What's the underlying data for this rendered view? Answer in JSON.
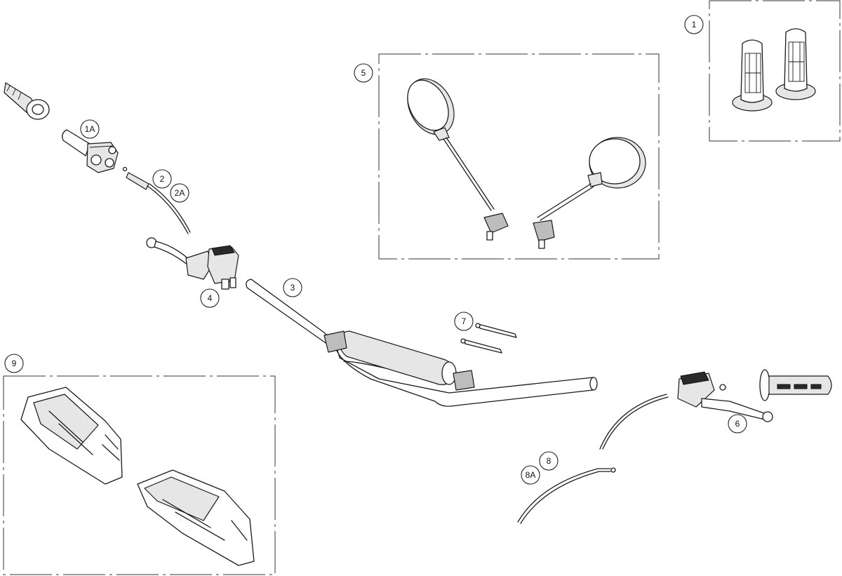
{
  "callouts": {
    "c1": "1",
    "c1A": "1A",
    "c2": "2",
    "c2A": "2A",
    "c3": "3",
    "c4": "4",
    "c5": "5",
    "c6": "6",
    "c7": "7",
    "c8": "8",
    "c8A": "8A",
    "c9": "9"
  }
}
